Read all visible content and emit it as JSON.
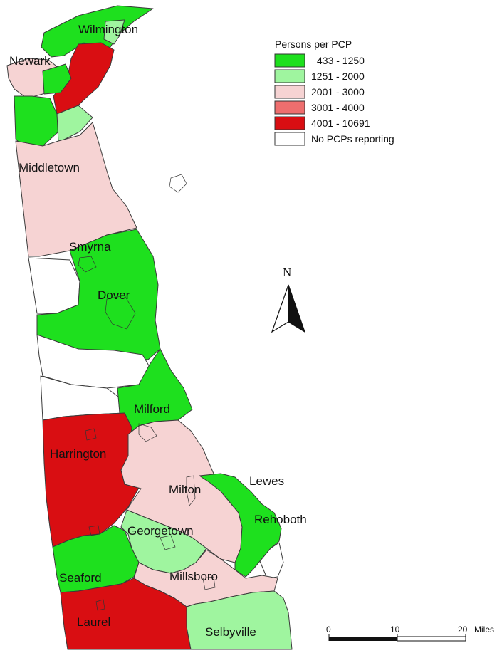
{
  "legend": {
    "title": "Persons per PCP",
    "classes": [
      {
        "label": "433 - 1250",
        "color": "#1ee01e"
      },
      {
        "label": "1251 - 2000",
        "color": "#9ff59f"
      },
      {
        "label": "2001 - 3000",
        "color": "#f6d3d3"
      },
      {
        "label": "3001 - 4000",
        "color": "#ee6e6e"
      },
      {
        "label": "4001 - 10691",
        "color": "#d90e12"
      },
      {
        "label": "No PCPs reporting",
        "color": "#ffffff"
      }
    ]
  },
  "towns": {
    "wilmington": "Wilmington",
    "newark": "Newark",
    "middletown": "Middletown",
    "smyrna": "Smyrna",
    "dover": "Dover",
    "milford": "Milford",
    "harrington": "Harrington",
    "milton": "Milton",
    "lewes": "Lewes",
    "rehoboth": "Rehoboth",
    "georgetown": "Georgetown",
    "millsboro": "Millsboro",
    "seaford": "Seaford",
    "laurel": "Laurel",
    "selbyville": "Selbyville"
  },
  "north_arrow": {
    "label": "N"
  },
  "scale_bar": {
    "tick_0": "0",
    "tick_10": "10",
    "tick_20": "20",
    "units": "Miles"
  }
}
